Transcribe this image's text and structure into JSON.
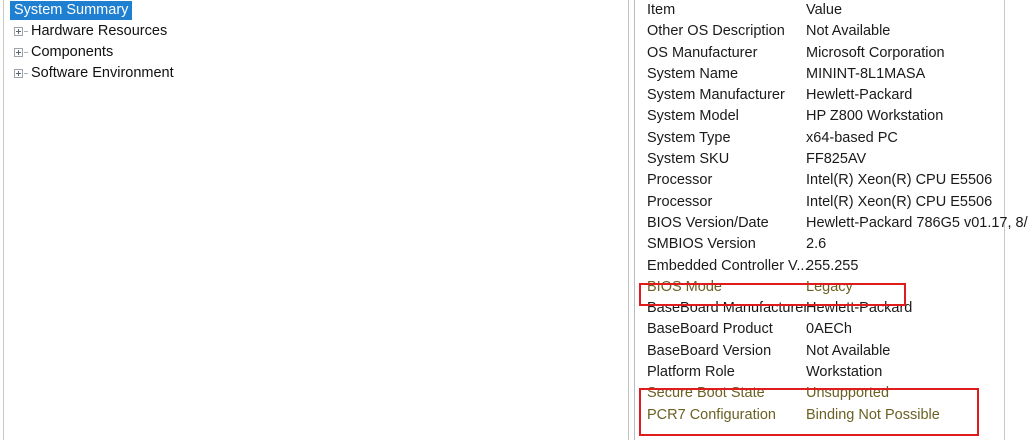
{
  "tree": {
    "selected": "System Summary",
    "items": [
      {
        "label": "System Summary",
        "expandable": false,
        "selected": true
      },
      {
        "label": "Hardware Resources",
        "expandable": true,
        "selected": false
      },
      {
        "label": "Components",
        "expandable": true,
        "selected": false
      },
      {
        "label": "Software Environment",
        "expandable": true,
        "selected": false
      }
    ]
  },
  "details": {
    "columns": {
      "item": "Item",
      "value": "Value"
    },
    "rows": [
      {
        "item": "Other OS Description",
        "value": "Not Available",
        "flagged": false
      },
      {
        "item": "OS Manufacturer",
        "value": "Microsoft Corporation",
        "flagged": false
      },
      {
        "item": "System Name",
        "value": "MININT-8L1MASA",
        "flagged": false
      },
      {
        "item": "System Manufacturer",
        "value": "Hewlett-Packard",
        "flagged": false
      },
      {
        "item": "System Model",
        "value": "HP Z800 Workstation",
        "flagged": false
      },
      {
        "item": "System Type",
        "value": "x64-based PC",
        "flagged": false
      },
      {
        "item": "System SKU",
        "value": "FF825AV",
        "flagged": false
      },
      {
        "item": "Processor",
        "value": "Intel(R) Xeon(R) CPU           E5506",
        "flagged": false
      },
      {
        "item": "Processor",
        "value": "Intel(R) Xeon(R) CPU           E5506",
        "flagged": false
      },
      {
        "item": "BIOS Version/Date",
        "value": "Hewlett-Packard 786G5 v01.17, 8/",
        "flagged": false
      },
      {
        "item": "SMBIOS Version",
        "value": "2.6",
        "flagged": false
      },
      {
        "item": "Embedded Controller V...",
        "value": "255.255",
        "flagged": false
      },
      {
        "item": "BIOS Mode",
        "value": "Legacy",
        "flagged": true
      },
      {
        "item": "BaseBoard Manufacturer",
        "value": "Hewlett-Packard",
        "flagged": false
      },
      {
        "item": "BaseBoard Product",
        "value": "0AECh",
        "flagged": false
      },
      {
        "item": "BaseBoard Version",
        "value": "Not Available",
        "flagged": false
      },
      {
        "item": "Platform Role",
        "value": "Workstation",
        "flagged": false
      },
      {
        "item": "Secure Boot State",
        "value": "Unsupported",
        "flagged": true
      },
      {
        "item": "PCR7 Configuration",
        "value": "Binding Not Possible",
        "flagged": true
      }
    ]
  },
  "annotations": {
    "highlight_color": "#e01b1b",
    "boxes": [
      {
        "name": "bios-mode",
        "targets": [
          "BIOS Mode"
        ]
      },
      {
        "name": "secure-boot",
        "targets": [
          "Secure Boot State",
          "PCR7 Configuration"
        ]
      }
    ]
  }
}
